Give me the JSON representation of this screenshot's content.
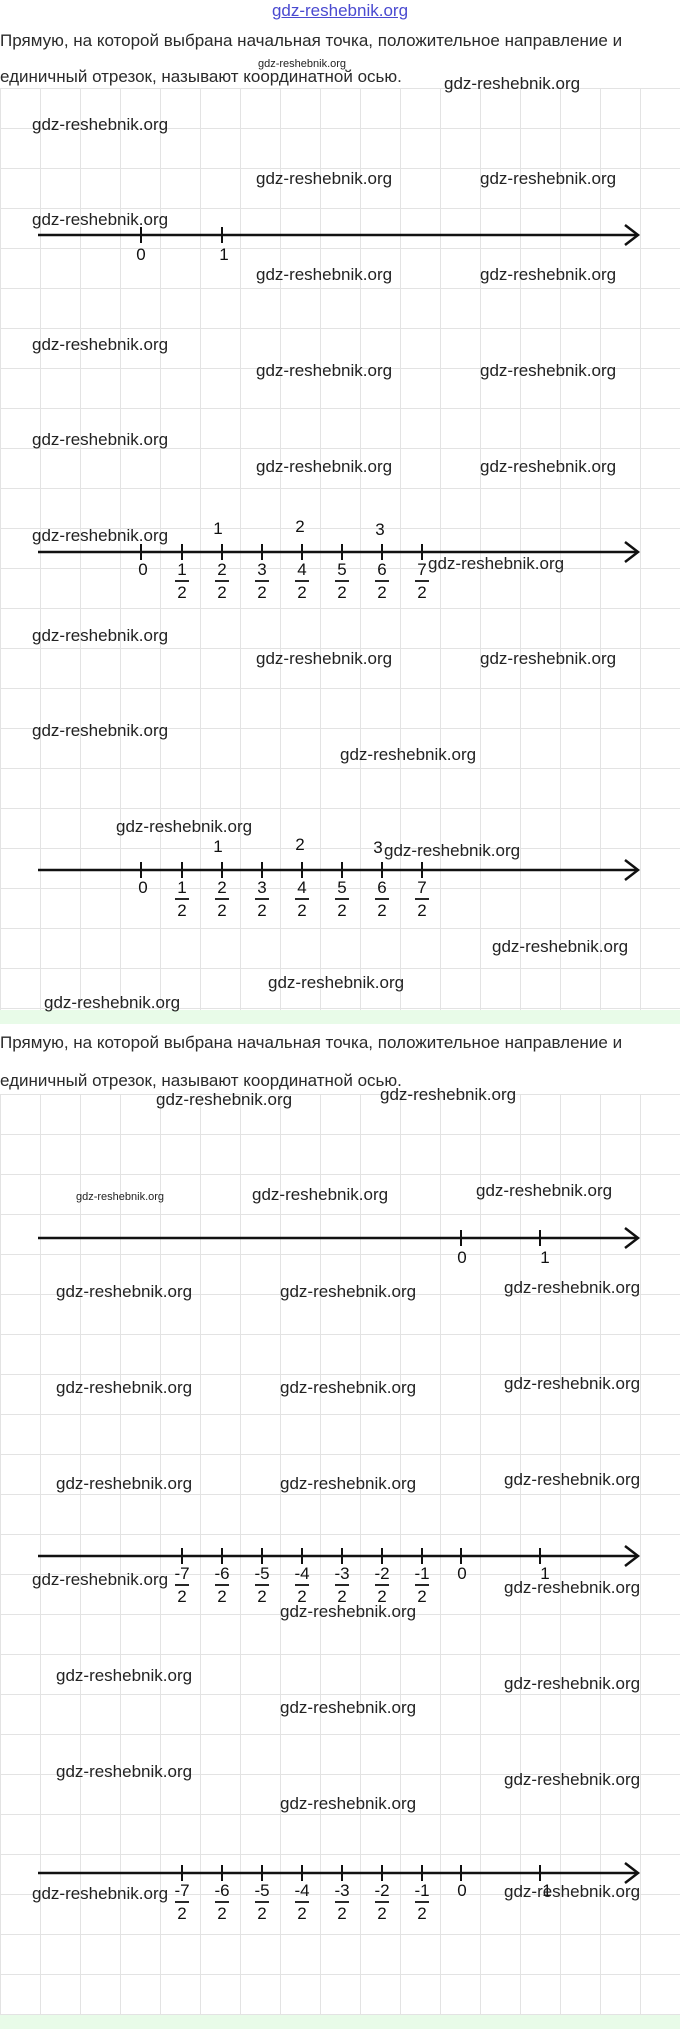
{
  "header": {
    "site": "gdz-reshebnik.org"
  },
  "definition": {
    "line1": "Прямую, на которой выбрана начальная точка, положительное направление и",
    "line2": "единичный отрезок, называют координатной осью."
  },
  "watermark": "gdz-reshebnik.org",
  "fig1": {
    "labels": [
      "0",
      "1"
    ]
  },
  "fig2": {
    "integers": [
      "1",
      "2",
      "3"
    ],
    "zero": "0",
    "numerators": [
      "1",
      "2",
      "3",
      "4",
      "5",
      "6",
      "7"
    ],
    "denominator": "2"
  },
  "fig3": {
    "integers": [
      "1",
      "2",
      "3"
    ],
    "zero": "0",
    "numerators": [
      "1",
      "2",
      "3",
      "4",
      "5",
      "6",
      "7"
    ],
    "denominator": "2"
  },
  "fig4": {
    "labels": [
      "0",
      "1"
    ]
  },
  "fig5": {
    "numerators": [
      "-7",
      "-6",
      "-5",
      "-4",
      "-3",
      "-2",
      "-1"
    ],
    "denominator": "2",
    "zero": "0",
    "one": "1"
  },
  "fig6": {
    "numerators": [
      "-7",
      "-6",
      "-5",
      "-4",
      "-3",
      "-2",
      "-1"
    ],
    "denominator": "2",
    "zero": "0",
    "one": "1"
  }
}
